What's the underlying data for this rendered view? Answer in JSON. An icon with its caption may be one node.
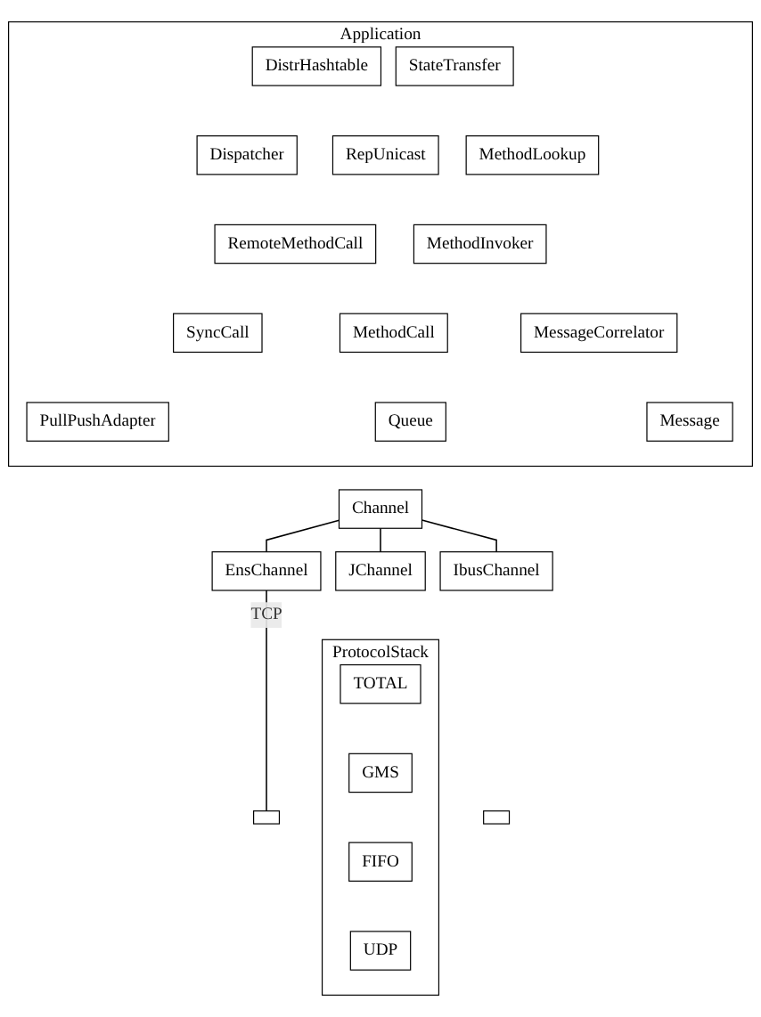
{
  "diagram": {
    "nodes": [
      {
        "text": [
          "Application"
        ]
      },
      {
        "text": [
          "DistrHashtable"
        ],
        "in": 0
      },
      {
        "text": [
          "StateTransfer"
        ],
        "in": 0
      },
      {
        "text": [
          "Dispatcher"
        ],
        "in": 0
      },
      {
        "text": [
          "RepUnicast"
        ],
        "in": 0
      },
      {
        "text": [
          "MethodLookup"
        ],
        "in": 0
      },
      {
        "text": [
          "RemoteMethodCall"
        ],
        "in": 0
      },
      {
        "text": [
          "MethodInvoker"
        ],
        "in": 0
      },
      {
        "text": [
          "SyncCall"
        ],
        "in": 0
      },
      {
        "text": [
          "MethodCall"
        ],
        "in": 0
      },
      {
        "text": [
          "MessageCorrelator"
        ],
        "in": 0
      },
      {
        "text": [
          "PullPushAdapter"
        ],
        "in": 0
      },
      {
        "text": [
          "Queue"
        ],
        "in": 0
      },
      {
        "text": [
          "Message"
        ],
        "in": 0
      },
      {
        "text": [
          "Channel"
        ]
      },
      {
        "text": [
          "EnsChannel"
        ]
      },
      {
        "text": [
          "JChannel"
        ]
      },
      {
        "text": [
          "IbusChannel"
        ]
      },
      {
        "text": [
          "ProtocolStack"
        ]
      },
      {
        "text": [
          "TOTAL"
        ],
        "in": 18
      },
      {
        "text": [
          "GMS"
        ],
        "in": 18
      },
      {
        "text": [
          "FIFO"
        ],
        "in": 18
      },
      {
        "text": [
          "UDP"
        ],
        "in": 18
      },
      {
        "text": [],
        "shape": "box"
      },
      {
        "text": [],
        "shape": "box"
      }
    ],
    "edges": [
      {
        "from": 14,
        "to": 15,
        "arrow": "none"
      },
      {
        "from": 14,
        "to": 16,
        "arrow": "none"
      },
      {
        "from": 14,
        "to": 17,
        "arrow": "none"
      },
      {
        "from": 15,
        "to": 23,
        "arrow": "none",
        "label": "TCP"
      }
    ]
  }
}
